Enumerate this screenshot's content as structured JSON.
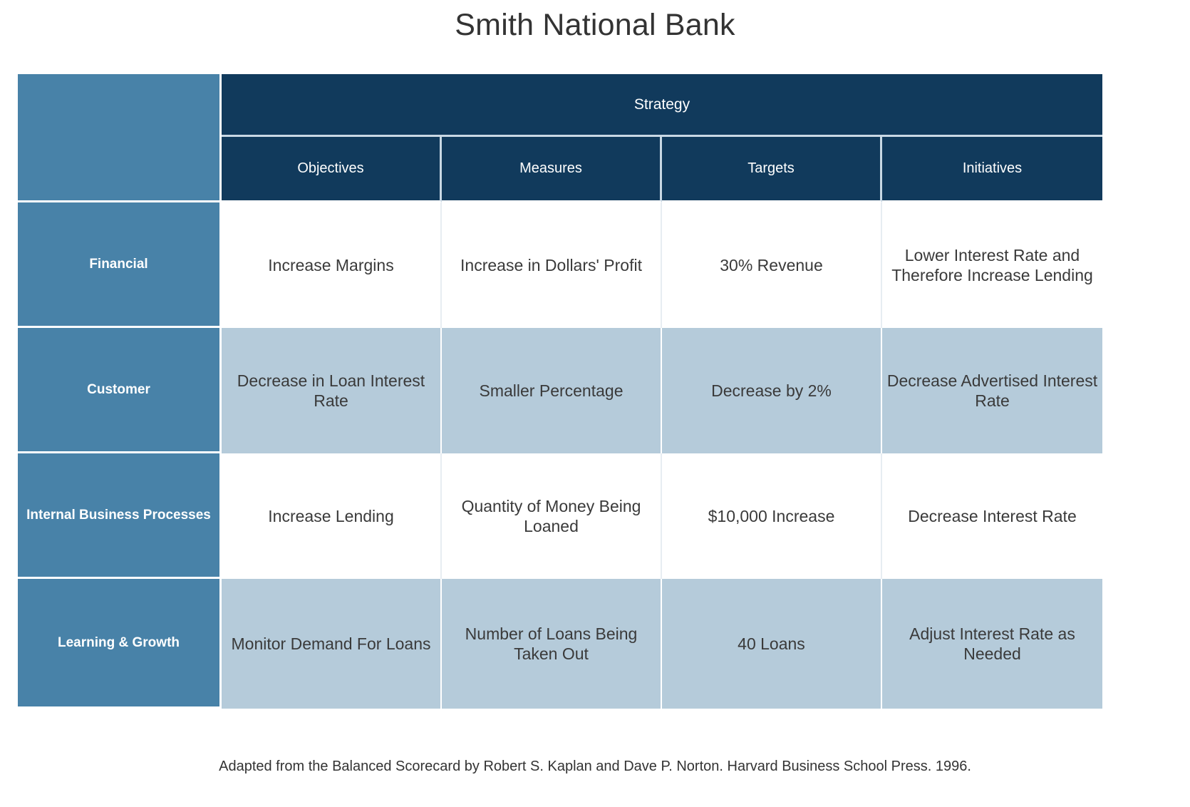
{
  "title": "Smith National Bank",
  "colors": {
    "header_dark": "#113a5c",
    "row_label_blue": "#4882a8",
    "band_blue": "#b5cbda",
    "band_white": "#ffffff",
    "text_dark": "#333333"
  },
  "table": {
    "corner_label": "",
    "group_header": "Strategy",
    "columns": [
      "Objectives",
      "Measures",
      "Targets",
      "Initiatives"
    ],
    "rows": [
      {
        "perspective": "Financial",
        "band": "white",
        "cells": [
          "Increase Margins",
          "Increase in Dollars' Profit",
          "30% Revenue",
          "Lower Interest Rate and Therefore Increase Lending"
        ]
      },
      {
        "perspective": "Customer",
        "band": "blue",
        "cells": [
          "Decrease in Loan Interest Rate",
          "Smaller Percentage",
          "Decrease by 2%",
          "Decrease Advertised Interest Rate"
        ]
      },
      {
        "perspective": "Internal Business Processes",
        "band": "white",
        "cells": [
          "Increase Lending",
          "Quantity of Money Being Loaned",
          "$10,000 Increase",
          "Decrease Interest Rate"
        ]
      },
      {
        "perspective": "Learning & Growth",
        "band": "blue",
        "cells": [
          "Monitor Demand For Loans",
          "Number of Loans Being Taken Out",
          "40 Loans",
          "Adjust Interest Rate as Needed"
        ]
      }
    ]
  },
  "footer": {
    "citation": "Adapted from the Balanced Scorecard by Robert S. Kaplan and Dave P. Norton. Harvard Business School Press. 1996."
  }
}
